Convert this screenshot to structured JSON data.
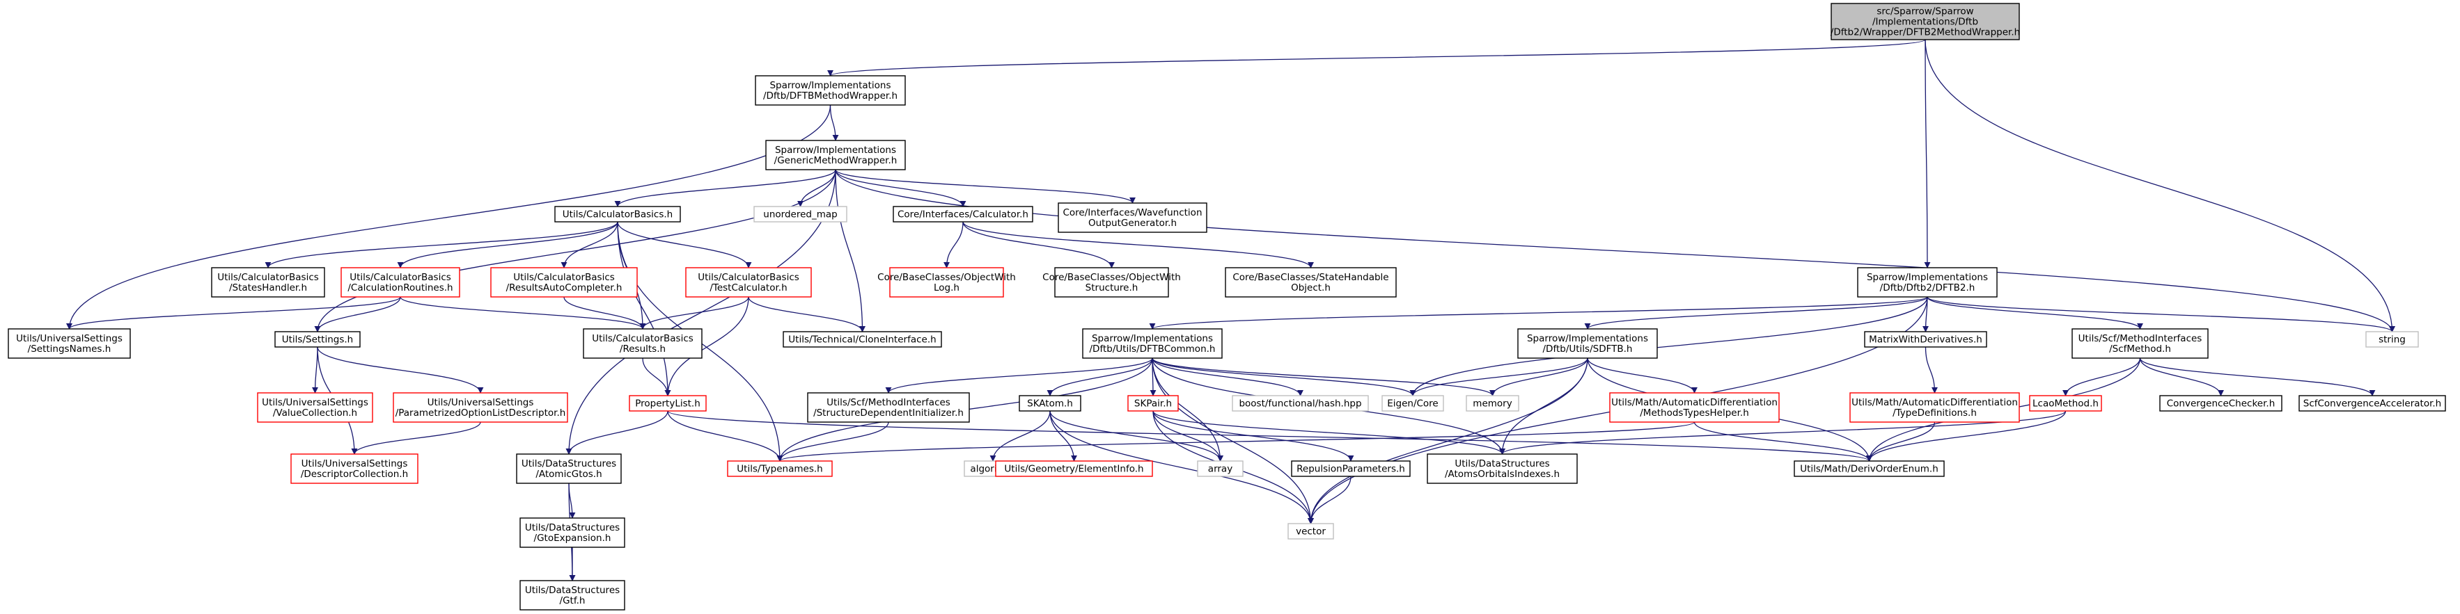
{
  "graph": {
    "edge_color": "#191970",
    "root_fill": "#bfbfbf",
    "nodes": {
      "root": [
        "src/Sparrow/Sparrow",
        "/Implementations/Dftb",
        "/Dftb2/Wrapper/DFTB2MethodWrapper.h"
      ],
      "dftb_method_wrapper": [
        "Sparrow/Implementations",
        "/Dftb/DFTBMethodWrapper.h"
      ],
      "generic_method_wrapper": [
        "Sparrow/Implementations",
        "/GenericMethodWrapper.h"
      ],
      "calculator_basics": [
        "Utils/CalculatorBasics.h"
      ],
      "unordered_map": [
        "unordered_map"
      ],
      "core_calculator": [
        "Core/Interfaces/Calculator.h"
      ],
      "core_wavefunction": [
        "Core/Interfaces/Wavefunction",
        "OutputGenerator.h"
      ],
      "states_handler": [
        "Utils/CalculatorBasics",
        "/StatesHandler.h"
      ],
      "calculation_routines": [
        "Utils/CalculatorBasics",
        "/CalculationRoutines.h"
      ],
      "results_auto_completer": [
        "Utils/CalculatorBasics",
        "/ResultsAutoCompleter.h"
      ],
      "test_calculator": [
        "Utils/CalculatorBasics",
        "/TestCalculator.h"
      ],
      "object_with_log": [
        "Core/BaseClasses/ObjectWith",
        "Log.h"
      ],
      "object_with_structure": [
        "Core/BaseClasses/ObjectWith",
        "Structure.h"
      ],
      "state_handable_object": [
        "Core/BaseClasses/StateHandable",
        "Object.h"
      ],
      "dftb2": [
        "Sparrow/Implementations",
        "/Dftb/Dftb2/DFTB2.h"
      ],
      "string": [
        "string"
      ],
      "settings_names": [
        "Utils/UniversalSettings",
        "/SettingsNames.h"
      ],
      "settings": [
        "Utils/Settings.h"
      ],
      "results": [
        "Utils/CalculatorBasics",
        "/Results.h"
      ],
      "clone_interface": [
        "Utils/Technical/CloneInterface.h"
      ],
      "dftb_common": [
        "Sparrow/Implementations",
        "/Dftb/Utils/DFTBCommon.h"
      ],
      "sdftb": [
        "Sparrow/Implementations",
        "/Dftb/Utils/SDFTB.h"
      ],
      "matrix_with_derivatives": [
        "MatrixWithDerivatives.h"
      ],
      "scf_method": [
        "Utils/Scf/MethodInterfaces",
        "/ScfMethod.h"
      ],
      "value_collection": [
        "Utils/UniversalSettings",
        "/ValueCollection.h"
      ],
      "parametrized_option": [
        "Utils/UniversalSettings",
        "/ParametrizedOptionListDescriptor.h"
      ],
      "property_list": [
        "PropertyList.h"
      ],
      "structure_dependent": [
        "Utils/Scf/MethodInterfaces",
        "/StructureDependentInitializer.h"
      ],
      "skatom": [
        "SKAtom.h"
      ],
      "skpair": [
        "SKPair.h"
      ],
      "boost_hash": [
        "boost/functional/hash.hpp"
      ],
      "eigen_core": [
        "Eigen/Core"
      ],
      "memory": [
        "memory"
      ],
      "methods_types_helper": [
        "Utils/Math/AutomaticDifferentiation",
        "/MethodsTypesHelper.h"
      ],
      "type_definitions": [
        "Utils/Math/AutomaticDifferentiation",
        "/TypeDefinitions.h"
      ],
      "lcao_method": [
        "LcaoMethod.h"
      ],
      "convergence_checker": [
        "ConvergenceChecker.h"
      ],
      "scf_convergence_accelerator": [
        "ScfConvergenceAccelerator.h"
      ],
      "descriptor_collection": [
        "Utils/UniversalSettings",
        "/DescriptorCollection.h"
      ],
      "atomic_gtos": [
        "Utils/DataStructures",
        "/AtomicGtos.h"
      ],
      "typenames": [
        "Utils/Typenames.h"
      ],
      "algorithm": [
        "algorithm"
      ],
      "element_info": [
        "Utils/Geometry/ElementInfo.h"
      ],
      "array": [
        "array"
      ],
      "repulsion_parameters": [
        "RepulsionParameters.h"
      ],
      "atoms_orbitals_indexes": [
        "Utils/DataStructures",
        "/AtomsOrbitalsIndexes.h"
      ],
      "deriv_order_enum": [
        "Utils/Math/DerivOrderEnum.h"
      ],
      "gto_expansion": [
        "Utils/DataStructures",
        "/GtoExpansion.h"
      ],
      "vector": [
        "vector"
      ],
      "gtf": [
        "Utils/DataStructures",
        "/Gtf.h"
      ]
    }
  }
}
